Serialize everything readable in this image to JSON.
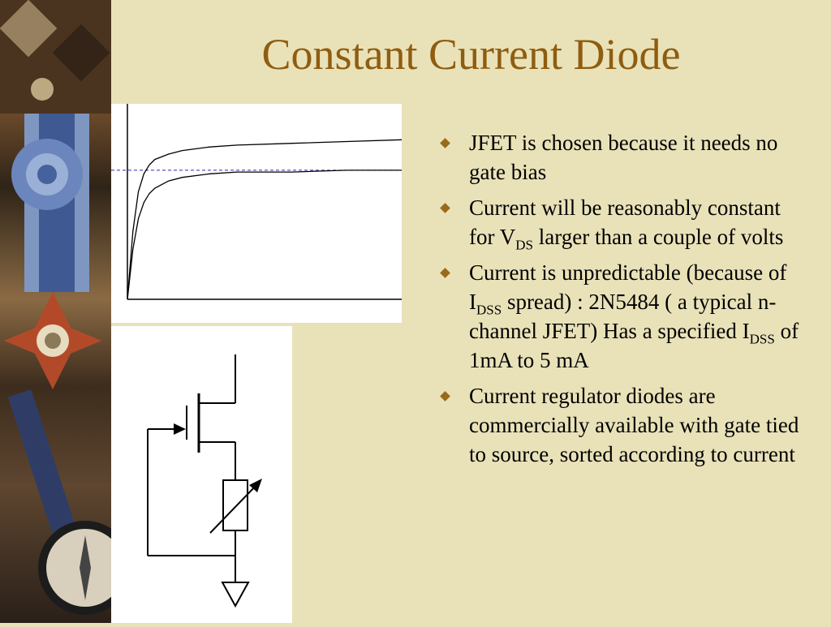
{
  "title": "Constant Current Diode",
  "bullets": [
    {
      "parts": [
        {
          "t": "JFET is chosen because it needs no gate bias"
        }
      ]
    },
    {
      "parts": [
        {
          "t": "Current will be reasonably constant for V"
        },
        {
          "sub": "DS"
        },
        {
          "t": " larger than a couple of volts"
        }
      ]
    },
    {
      "parts": [
        {
          "t": "Current is unpredictable (because of I"
        },
        {
          "sub": "DSS"
        },
        {
          "t": " spread) : 2N5484 ( a typical n-channel JFET) Has a specified I"
        },
        {
          "sub": "DSS"
        },
        {
          "t": "  of 1mA to 5 mA"
        }
      ]
    },
    {
      "parts": [
        {
          "t": "Current regulator diodes are commercially available with gate tied to source, sorted according to current"
        }
      ]
    }
  ],
  "chart_data": {
    "type": "line",
    "title": "",
    "xlabel": "",
    "ylabel": "",
    "xlim": [
      0,
      10
    ],
    "ylim": [
      0,
      1
    ],
    "series": [
      {
        "x": [
          0,
          0.2,
          0.4,
          0.6,
          0.8,
          1.0,
          1.5,
          2.0,
          3.0,
          4.0,
          6.0,
          8.0,
          10.0
        ],
        "y": [
          0,
          0.38,
          0.6,
          0.7,
          0.75,
          0.78,
          0.81,
          0.83,
          0.85,
          0.86,
          0.87,
          0.88,
          0.89
        ]
      },
      {
        "x": [
          0,
          0.2,
          0.4,
          0.6,
          0.8,
          1.0,
          1.5,
          2.0,
          3.0,
          4.0,
          6.0,
          8.0,
          10.0
        ],
        "y": [
          0,
          0.28,
          0.45,
          0.54,
          0.59,
          0.62,
          0.66,
          0.68,
          0.7,
          0.71,
          0.71,
          0.72,
          0.72
        ]
      }
    ],
    "reference_line": {
      "y": 0.72,
      "style": "dashed",
      "color": "#2b2bb0"
    }
  },
  "colors": {
    "title": "#8f5d10",
    "bullet": "#9a6a1a",
    "background": "#e9e2b9"
  },
  "circuit": {
    "components": [
      "n-channel JFET",
      "variable resistor",
      "ground"
    ]
  }
}
